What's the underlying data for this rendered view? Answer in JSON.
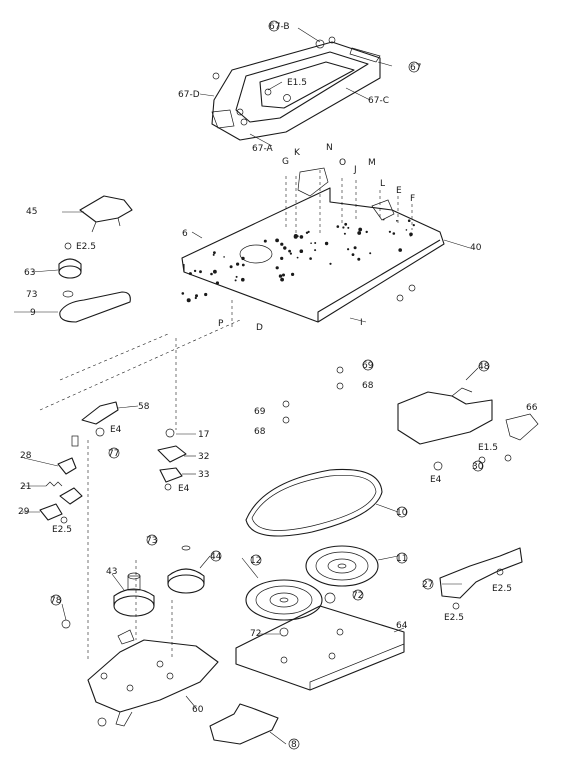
{
  "labels": {
    "l67b": "67-B",
    "l67": "67",
    "l67d": "67-D",
    "le15a": "E1.5",
    "l67c": "67-C",
    "l67a": "67-A",
    "lN": "N",
    "lG": "G",
    "lK": "K",
    "lO": "O",
    "lM": "M",
    "lJ": "J",
    "lL": "L",
    "lE": "E",
    "lF": "F",
    "l45": "45",
    "l6": "6",
    "l40": "40",
    "le25a": "E2.5",
    "l63": "63",
    "l73a": "73",
    "l9": "9",
    "lP": "P",
    "lD": "D",
    "lI": "I",
    "l69a": "69",
    "l68a": "68",
    "l48": "48",
    "l58": "58",
    "l69b": "69",
    "l68b": "68",
    "l66": "66",
    "le4a": "E4",
    "l17": "17",
    "l32": "32",
    "l33": "33",
    "le4b": "E4",
    "le15b": "E1.5",
    "le4c": "E4",
    "l30": "30",
    "l28": "28",
    "l77": "77",
    "l21": "21",
    "l29": "29",
    "le25b": "E2.5",
    "l10": "10",
    "l73b": "73",
    "l44": "44",
    "l43": "43",
    "l12": "12",
    "l11": "11",
    "l27": "27",
    "le25c": "E2.5",
    "l72a": "72",
    "l72b": "72",
    "le25d": "E2.5",
    "l78": "78",
    "l64": "64",
    "l60": "60",
    "l8": "8"
  }
}
